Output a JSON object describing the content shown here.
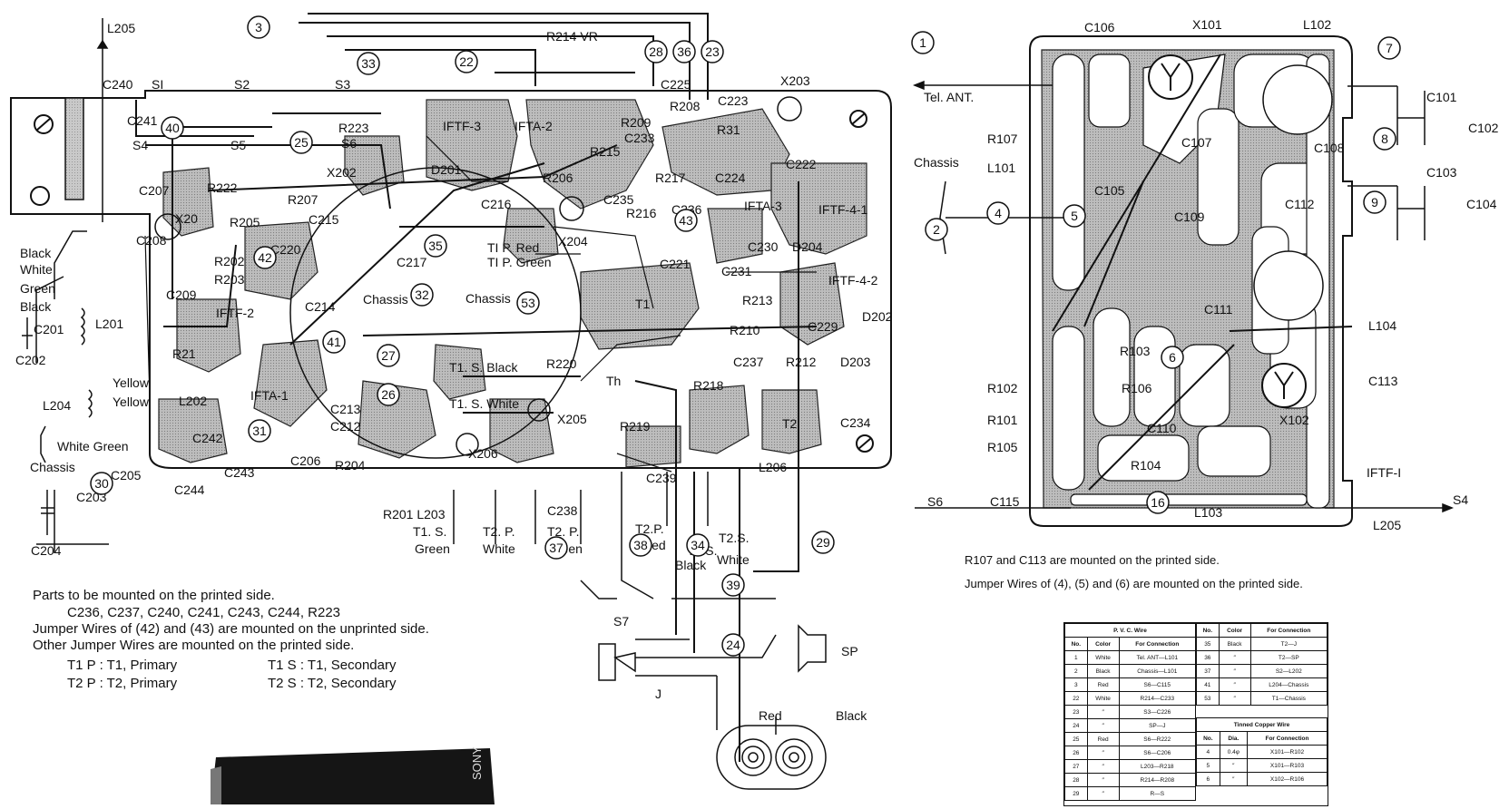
{
  "left_board": {
    "labels": {
      "l205": "L205",
      "c240": "C240",
      "s1": "SI",
      "s2": "S2",
      "s3": "S3",
      "r214": "R214 VR",
      "c241": "C241",
      "s4": "S4",
      "s5": "S5",
      "s6": "S6",
      "r223": "R223",
      "x203": "X203",
      "c225": "C225",
      "r208": "R208",
      "c223": "C223",
      "ifft3": "IFTF-3",
      "ifta2": "IFTA-2",
      "r209": "R209",
      "c233": "C233",
      "r31": "R31",
      "c207": "C207",
      "r222": "R222",
      "x202": "X202",
      "d201": "D201",
      "r215": "R215",
      "r206": "R206",
      "r217": "R217",
      "c224": "C224",
      "c222": "C222",
      "x201": "X20",
      "r207": "R207",
      "c215": "C215",
      "c216": "C216",
      "c235": "C235",
      "r216": "R216",
      "c236": "C236",
      "ifta3": "IFTA-3",
      "ifft41": "IFTF-4-1",
      "c208": "C208",
      "r205": "R205",
      "x204": "X204",
      "tip_red": "TI P. Red",
      "c230": "C230",
      "d204": "D204",
      "r202": "R202",
      "c220": "C220",
      "c217": "C217",
      "tip_green": "TI P. Green",
      "c221": "C221",
      "c231": "C231",
      "r203": "R203",
      "ifft42": "IFTF-4-2",
      "c209": "C209",
      "ifft2": "IFTF-2",
      "c214": "C214",
      "chassis1": "Chassis",
      "chassis2": "Chassis",
      "t1": "T1",
      "r213": "R213",
      "l201": "L201",
      "c201": "C201",
      "c202": "C202",
      "c229": "C229",
      "d202": "D202",
      "r210": "R210",
      "r21": "R21",
      "black": "Black",
      "white": "White",
      "green": "Green",
      "black2": "Black",
      "yellow1": "Yellow",
      "yellow2": "Yellow",
      "l202": "L202",
      "ifta1": "IFTA-1",
      "t1s_black": "T1. S. Black",
      "r220": "R220",
      "c237": "C237",
      "r212": "R212",
      "d203": "D203",
      "l204": "L204",
      "c213": "C213",
      "c212": "C212",
      "th": "Th",
      "r218": "R218",
      "t1s_white": "T1. S. White",
      "white_green": "White  Green",
      "chassis3": "Chassis",
      "c242": "C242",
      "r219": "R219",
      "x205": "X205",
      "t2": "T2",
      "c234": "C234",
      "c205": "C205",
      "c243": "C243",
      "c244": "C244",
      "c206": "C206",
      "r204": "R204",
      "x206": "X206",
      "c239": "C239",
      "l206": "L206",
      "c203": "C203",
      "c204": "C204",
      "r201_l203": "R201 L203",
      "c238": "C238",
      "t1s": "T1. S.",
      "t1s_green": "Green",
      "t2p": "T2. P.",
      "t2p_white": "White",
      "t2p2": "T2. P.",
      "t2p_green": "Green",
      "t2p_red_a": "T2.P.",
      "t2p_red_b": "Red",
      "t2s_black_a": "T2.S.",
      "t2s_black_b": "Black",
      "t2s_white_a": "T2.S.",
      "t2s_white_b": "White",
      "s7": "S7",
      "j": "J",
      "sp": "SP",
      "red": "Red",
      "black_sp": "Black"
    },
    "circled": [
      "3",
      "33",
      "22",
      "28",
      "36",
      "23",
      "40",
      "25",
      "35",
      "43",
      "42",
      "53",
      "32",
      "41",
      "27",
      "26",
      "31",
      "30",
      "37",
      "38",
      "34",
      "29",
      "39",
      "24"
    ]
  },
  "notes": {
    "line1": "Parts to be mounted on the printed side.",
    "line2": "C236, C237, C240, C241, C243, C244, R223",
    "line3": "Jumper Wires of (42) and (43) are mounted on the unprinted side.",
    "line4": "Other Jumper Wires are mounted on the printed side.",
    "t1p": "T1 P :  T1, Primary",
    "t1s": "T1 S :  T1, Secondary",
    "t2p": "T2 P :  T2, Primary",
    "t2s": "T2 S :  T2, Secondary"
  },
  "right_board": {
    "labels": {
      "c106": "C106",
      "x101": "X101",
      "l102": "L102",
      "tel_ant": "Tel. ANT.",
      "c101": "C101",
      "c102": "C102",
      "r107": "R107",
      "c107": "C107",
      "c108": "C108",
      "chassis": "Chassis",
      "l101": "L101",
      "c105": "C105",
      "c103": "C103",
      "c104": "C104",
      "c109": "C109",
      "c112": "C112",
      "c111": "C111",
      "l104": "L104",
      "r103": "R103",
      "r102": "R102",
      "r106": "R106",
      "c113": "C113",
      "r101": "R101",
      "c110": "C110",
      "x102": "X102",
      "r105": "R105",
      "r104": "R104",
      "ifft1": "IFTF-I",
      "s6": "S6",
      "c115": "C115",
      "l103": "L103",
      "s4": "S4",
      "l205": "L205"
    },
    "circled": [
      "1",
      "7",
      "8",
      "2",
      "4",
      "5",
      "9",
      "6",
      "16"
    ],
    "note1": "R107 and C113 are mounted on the printed side.",
    "note2": "Jumper Wires of (4), (5) and (6) are mounted on the printed side."
  },
  "table_pvc": {
    "title": "P. V. C. Wire",
    "headers": [
      "No.",
      "Color",
      "For Connection"
    ],
    "rows": [
      [
        "1",
        "White",
        "Tel. ANT—L101"
      ],
      [
        "2",
        "Black",
        "Chassis—L101"
      ],
      [
        "3",
        "Red",
        "S6—C115"
      ],
      [
        "22",
        "White",
        "R214—C233"
      ],
      [
        "23",
        "″",
        "S3—C226"
      ],
      [
        "24",
        "″",
        "SP—J"
      ],
      [
        "25",
        "Red",
        "S6—R222"
      ],
      [
        "26",
        "″",
        "S6—C206"
      ],
      [
        "27",
        "″",
        "L203—R218"
      ],
      [
        "28",
        "″",
        "R214—R208"
      ],
      [
        "29",
        "″",
        "R—S"
      ]
    ]
  },
  "table_pvc2": {
    "headers": [
      "No.",
      "Color",
      "For Connection"
    ],
    "rows": [
      [
        "35",
        "Black",
        "T2—J"
      ],
      [
        "36",
        "″",
        "T2—SP"
      ],
      [
        "37",
        "″",
        "S2—L202"
      ],
      [
        "41",
        "″",
        "L204—Chassis"
      ],
      [
        "53",
        "″",
        "T1—Chassis"
      ]
    ]
  },
  "table_tinned": {
    "title": "Tinned Copper Wire",
    "headers": [
      "No.",
      "Dia.",
      "For Connection"
    ],
    "rows": [
      [
        "4",
        "0.4φ",
        "X101—R102"
      ],
      [
        "5",
        "″",
        "X101—R103"
      ],
      [
        "6",
        "″",
        "X102—R106"
      ]
    ]
  },
  "radio_label": "SONY"
}
